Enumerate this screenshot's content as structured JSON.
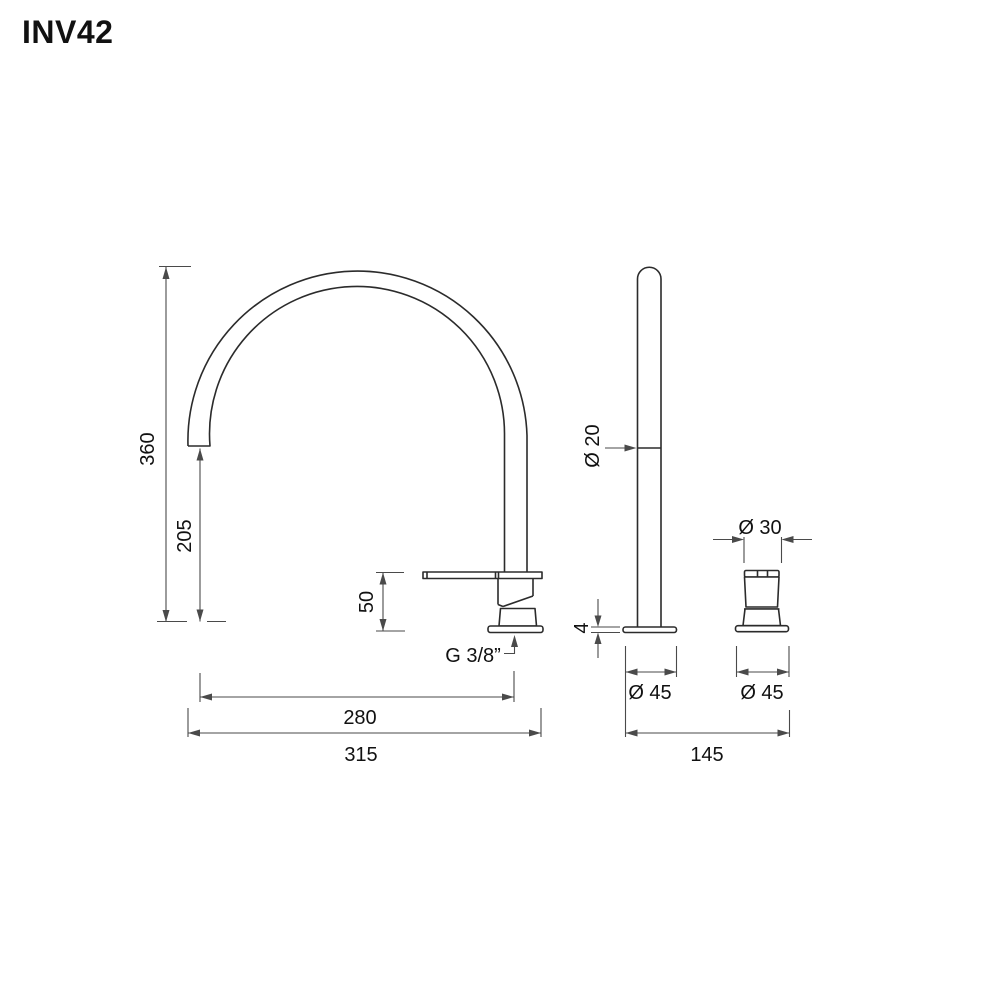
{
  "title": "INV42",
  "colors": {
    "background": "#ffffff",
    "object_line": "#2b2b2b",
    "dimension_line": "#4a4a4a",
    "text": "#111111"
  },
  "drawing": {
    "side_view": {
      "total_height": "360",
      "spout_clearance": "205",
      "body_height": "50",
      "spout_reach": "280",
      "overall_length": "315",
      "inlet_connection": "G 3/8”"
    },
    "spout_front_view": {
      "spout_diameter": "Ø 20",
      "base_plate_thickness": "4",
      "base_diameter": "Ø 45",
      "center_distance": "145"
    },
    "handle_front_view": {
      "handle_diameter": "Ø 30",
      "base_diameter": "Ø 45"
    }
  }
}
